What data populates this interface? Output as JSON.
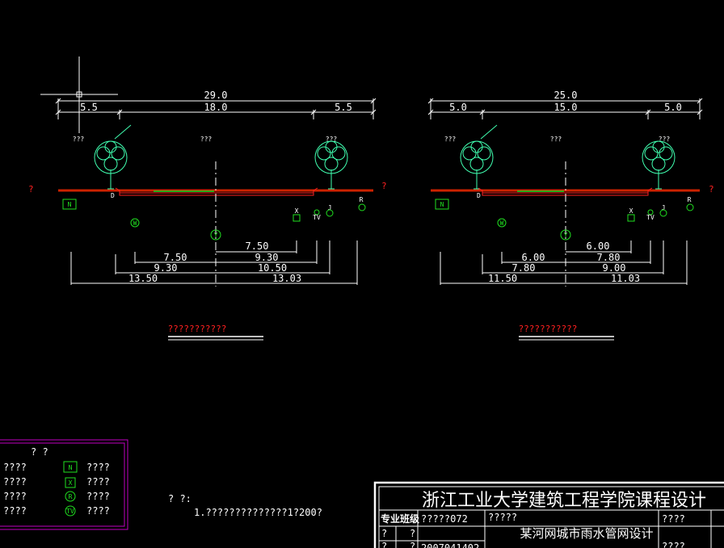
{
  "sections": [
    {
      "id": "left",
      "total_width": "29.0",
      "seg_left": "5.5",
      "seg_mid": "18.0",
      "seg_right": "5.5",
      "label_left": "???",
      "label_mid": "???",
      "label_right": "???",
      "dims_right_upper": "7.50",
      "dims_left_mid": "7.50",
      "dims_right_mid": "9.30",
      "dims_left_low": "9.30",
      "dims_right_low": "10.50",
      "dims_left_bottom": "13.50",
      "dims_right_bottom": "13.03",
      "caption": "???????????"
    },
    {
      "id": "right",
      "total_width": "25.0",
      "seg_left": "5.0",
      "seg_mid": "15.0",
      "seg_right": "5.0",
      "label_left": "???",
      "label_mid": "???",
      "label_right": "???",
      "dims_right_upper": "6.00",
      "dims_left_mid": "6.00",
      "dims_right_mid": "7.80",
      "dims_left_low": "7.80",
      "dims_right_low": "9.00",
      "dims_left_bottom": "11.50",
      "dims_right_bottom": "11.03",
      "caption": "???????????"
    }
  ],
  "pipe_labels": {
    "n": "N",
    "w": "W",
    "y": "Y",
    "x": "X",
    "tv": "TV",
    "j": "J",
    "r": "R",
    "d": "D",
    "red_q": "?"
  },
  "legend": {
    "header": "?   ?",
    "rows": [
      {
        "left": "????",
        "symbol": "N",
        "right": "????"
      },
      {
        "left": "????",
        "symbol": "X",
        "right": "????"
      },
      {
        "left": "????",
        "symbol": "R",
        "right": "????"
      },
      {
        "left": "????",
        "symbol": "TV",
        "right": "????"
      }
    ]
  },
  "notes": {
    "header": "? ?:",
    "line1": "1.??????????????1?200?"
  },
  "title_block": {
    "school": "浙江工业大学建筑工程学院课程设计",
    "class_label": "专业班级",
    "class_value": "?????072",
    "cell_label": "?????",
    "project": "某河网城市雨水管网设计",
    "cell_right": "????",
    "row2_a": "?",
    "row2_b": "?",
    "row3_a": "?",
    "row3_b": "?",
    "student_id": "2007041402",
    "cell_bottom_right": "????"
  },
  "colors": {
    "background": "#000000",
    "line": "#ffffff",
    "ground": "#cc2200",
    "road": "#ff2020",
    "median": "#20e020",
    "tree": "#40ffb0",
    "legend_frame": "#c000c0"
  }
}
